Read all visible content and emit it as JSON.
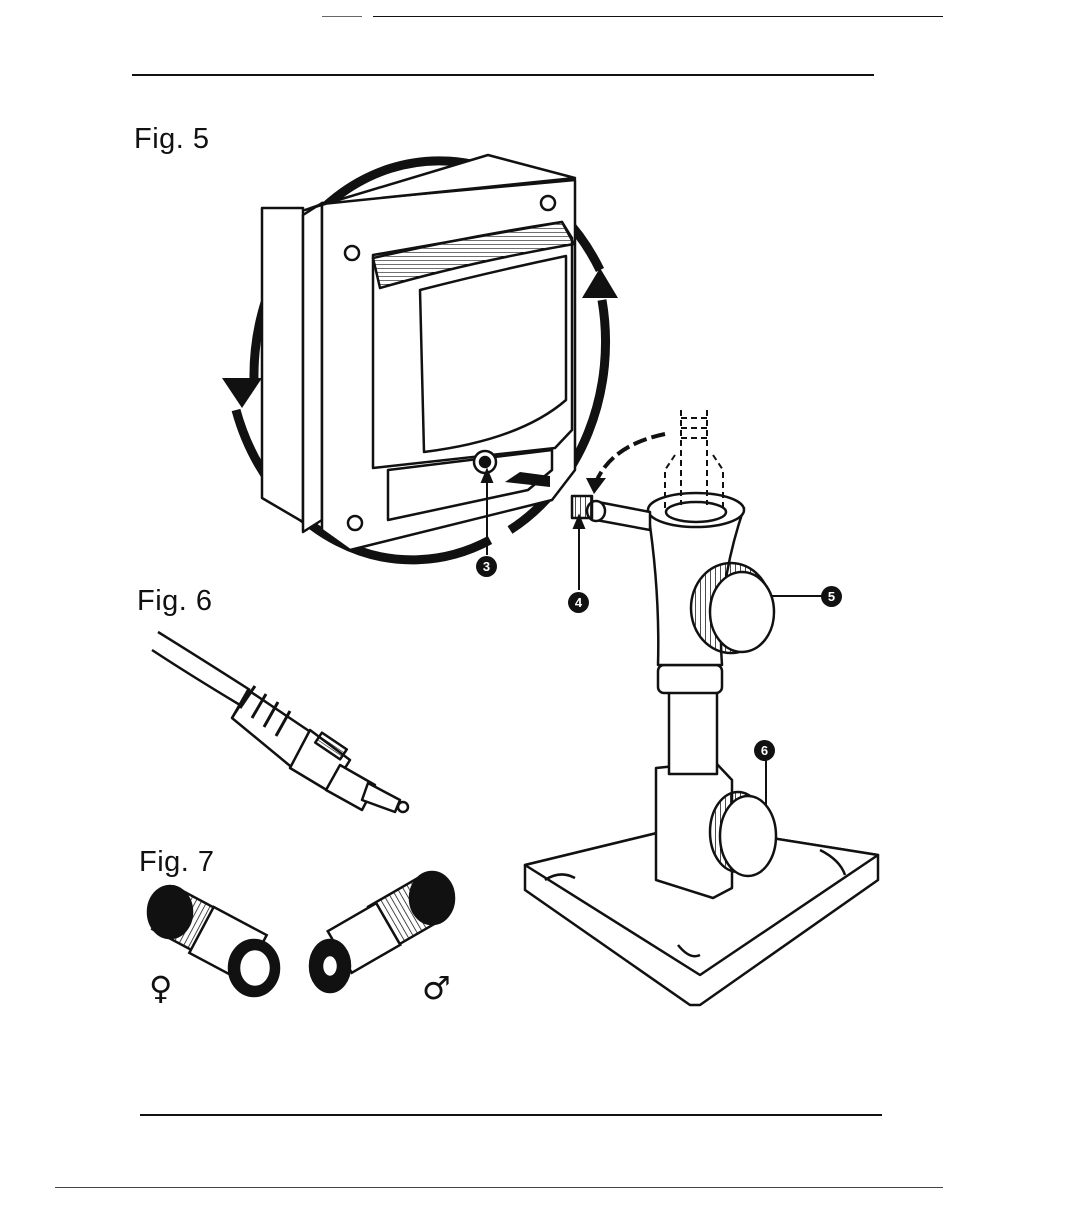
{
  "figures": {
    "fig5": {
      "label": "Fig. 5",
      "callouts": [
        "3",
        "4",
        "5",
        "6"
      ]
    },
    "fig6": {
      "label": "Fig. 6"
    },
    "fig7": {
      "label": "Fig. 7",
      "symbols": {
        "female": "♀",
        "male": "♂"
      }
    }
  }
}
